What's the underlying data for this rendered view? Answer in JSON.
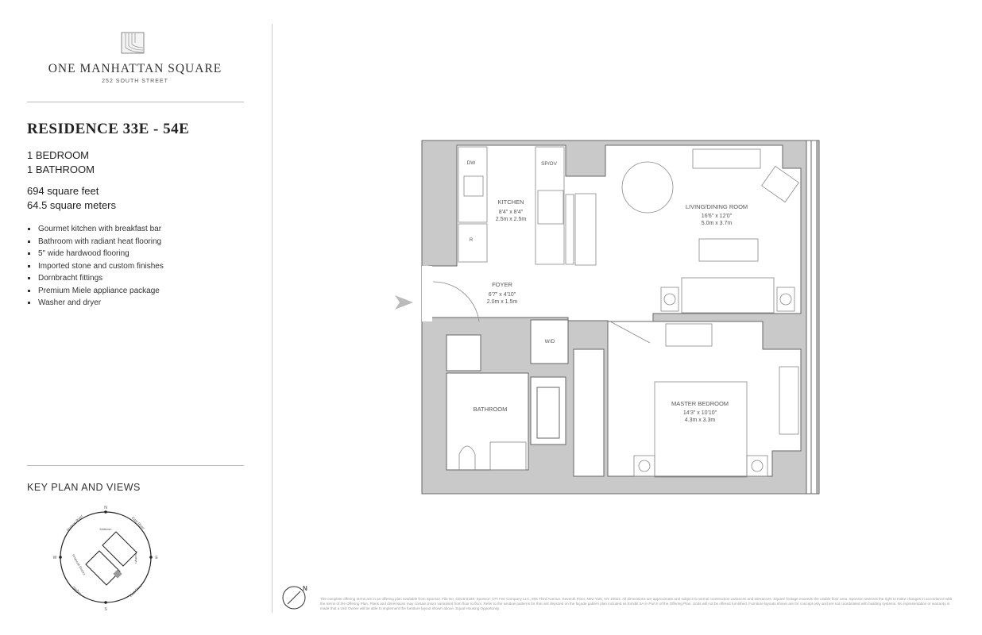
{
  "brand": {
    "name": "ONE MANHATTAN SQUARE",
    "address": "252 SOUTH STREET"
  },
  "residence": {
    "title": "RESIDENCE 33E - 54E",
    "bedrooms": "1 BEDROOM",
    "bathrooms": "1 BATHROOM",
    "area_sqft": "694 square feet",
    "area_sqm": "64.5 square meters",
    "features": [
      "Gourmet kitchen with breakfast bar",
      "Bathroom with radiant heat flooring",
      "5\" wide hardwood flooring",
      "Imported stone and custom finishes",
      "Dornbracht fittings",
      "Premium Miele appliance package",
      "Washer and dryer"
    ]
  },
  "key_plan": {
    "title": "KEY PLAN AND VIEWS",
    "directions": {
      "n": "N",
      "s": "S",
      "e": "E",
      "w": "W"
    },
    "views": {
      "nw": "Hudson River",
      "ne": "East River",
      "n": "Midtown",
      "e": "Brooklyn",
      "w": "Financial District",
      "sw": "Harbor",
      "se": "East River"
    }
  },
  "rooms": {
    "kitchen": {
      "name": "KITCHEN",
      "imperial": "8'4\" x 8'4\"",
      "metric": "2.5m x 2.5m"
    },
    "foyer": {
      "name": "FOYER",
      "imperial": "6'7\" x 4'10\"",
      "metric": "2.0m x 1.5m"
    },
    "living": {
      "name": "LIVING/DINING ROOM",
      "imperial": "16'6\" x 12'0\"",
      "metric": "5.0m x 3.7m"
    },
    "bathroom": {
      "name": "BATHROOM"
    },
    "bedroom": {
      "name": "MASTER BEDROOM",
      "imperial": "14'3\" x 10'10\"",
      "metric": "4.3m x 3.3m"
    },
    "appliances": {
      "dw": "DW",
      "spov": "SP/OV",
      "r": "R",
      "wd": "W/D"
    }
  },
  "compass_label": "N",
  "disclaimer": "The complete offering terms are in an offering plan available from Sponsor. File No. CD15-0189. Sponsor: CPI Fee Company LLC, 805 Third Avenue, Seventh Floor, New York, NY 10022. All dimensions are approximate and subject to normal construction variances and tolerances. Square footage exceeds the usable floor area. Sponsor reserves the right to make changes in accordance with the terms of the Offering Plan. Plans and dimensions may contain minor variations from floor to floor. Refer to the window patterns for this unit depicted on the façade pattern plan included as Exhibit 5A in Part II of the Offering Plan. Units will not be offered furnished. Furniture layouts shown are for concept only and are not coordinated with building systems. No representation or warranty is made that a Unit Owner will be able to implement the furniture layout shown above. Equal Housing Opportunity.",
  "colors": {
    "wall": "#c9c9c9",
    "line": "#666666",
    "text": "#222222"
  }
}
